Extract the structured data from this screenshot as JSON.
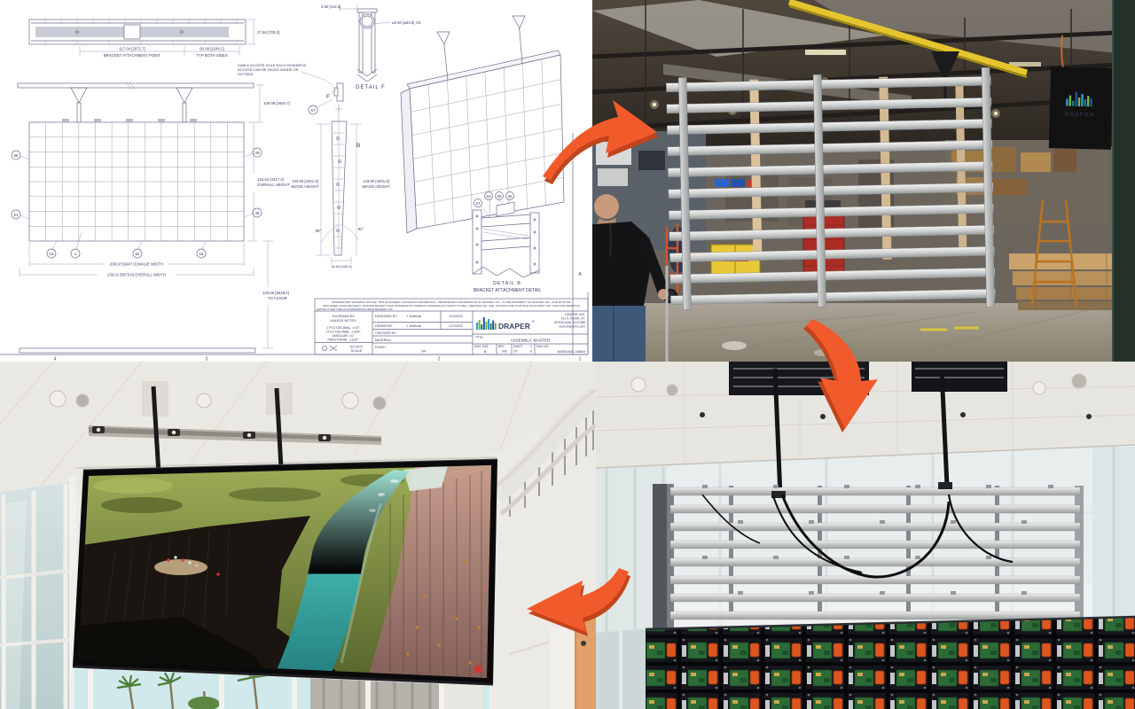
{
  "palette": {
    "arrow_orange": "#F15B2B",
    "arrow_shadow": "#C2441C",
    "draper_blue": "#2D9BD5",
    "draper_green": "#6DB64B",
    "draper_teal": "#1D7E7A",
    "draper_navy": "#2E4F9F"
  },
  "logo": {
    "brand": "DRAPER",
    "registered": "®"
  },
  "factory": {
    "banner_brand": "DRAPER"
  },
  "drawing": {
    "top_view": {
      "height_dim": "27.68 [703.0]",
      "bracket_dim": "117.04 [2972.7]",
      "bracket_label": "BRACKET ATTACHMENT POINT",
      "typ_dim": "60.99 [1549.2]",
      "typ_label": "TYP BOTH SIDES"
    },
    "cable_note": {
      "line1": "CABLE ACCESS HOLE EACH DOWNROD",
      "line2": "ACCESS CAN BE FACED INSIDE OR",
      "line3": "OUTSIDE"
    },
    "downrod_dim": "106.09 [2694.7]",
    "front_view": {
      "overall_height_dim": "134.54 [3417.3]",
      "overall_height_label": "OVERALL HEIGHT",
      "image_width_dim": "238.07 [6047.0] IMAGE WIDTH",
      "overall_width_dim": "239.01 [6070.8] OVERALL WIDTH",
      "to_floor_dim": "120.00 [3048.0]",
      "to_floor_label": "TO FLOOR",
      "balloons": {
        "b56": "56",
        "b51": "51",
        "b49": "49",
        "b48": "48",
        "b15a": "15",
        "b1": "1",
        "b64": "64",
        "b15b": "15"
      }
    },
    "detail_f": {
      "offset_dim": "4.50 [114.3]",
      "bore_dim": "⌀2.50 [⌀63.5] I.D.",
      "label": "DETAIL  F",
      "balloon": "67",
      "zone": "F"
    },
    "side_view": {
      "image_height_dim": "133.90 [3401.6]",
      "image_height_label": "IMAGE HEIGHT",
      "base_dim": "16.00 [406.4]",
      "angle_left": "88°",
      "angle_right": "92°",
      "zone": "B"
    },
    "detail_b": {
      "label": "DETAIL  B",
      "sublabel": "BRACKET ATTACHMENT DETAIL",
      "b54": "54",
      "b55": "55",
      "b56": "56",
      "b57": "57"
    },
    "border": {
      "z4": "4",
      "z3": "3",
      "z2": "2",
      "z1": "1",
      "rowA": "A"
    },
    "title_block": {
      "notice1": "PROPRIETARY DRAWING NOTICE:  THIS DOCUMENT CONTAINS CONFIDENTIAL, PROPRIETARY INFORMATION OF DRAPER, INC., IS THE PROPERTY OF DRAPER, INC., AND MUST BE",
      "notice2": "RETURNED UPON REQUEST.  NEITHER RECEIPT NOR POSSESSION THEREOF CONFERS ANY RIGHT TO SELL, REPRODUCE, USE, OR DISCLOSE IN WHOLE OR IN PART, ANY SUCH INFORMATION",
      "notice3": "WITHOUT WRITTEN AUTHORIZATION FROM DRAPER, INC.",
      "tol_title1": "TOLERANCES",
      "tol_title2": "UNLESS NOTED",
      "tol1": "2 PLC DECIMAL: ±.03\"",
      "tol2": "3 PLC DECIMAL: ±.005\"",
      "tol3": "ANGULAR: ±1°",
      "tol4": "FRACTIONAL: ±1/32\"",
      "dns1": "DO NOT",
      "dns2": "SCALE",
      "designed_label": "DESIGNED BY:",
      "designed_name": "J. Huffman",
      "designed_date": "1/12/2022",
      "drawn_label": "DRAWN BY:",
      "drawn_name": "J. Huffman",
      "drawn_date": "1/17/2022",
      "checked_label": "CHECKED BY:",
      "material_label": "MATERIAL:",
      "finish_label": "FINISH:",
      "finish_value": "NA",
      "addr1": "DRAPER, INC.",
      "addr2": "411 S. PEARL ST.",
      "addr3": "SPICELAND, IN 47385",
      "addr4": "www.draperinc.com",
      "title_label": "TITLE:",
      "title_value": "ASSEMBLY, MASTER",
      "size_label": "DWG SIZE :",
      "size_value": "B",
      "rev_label": "REV:",
      "rev_value": "000",
      "sheet_label": "SHEET:",
      "sheet_value": "2",
      "of_label": "OF:",
      "of_value": "8",
      "dwgno_label": "DWG NO. :",
      "dwgno_value": "AVM52644 108MA"
    }
  }
}
